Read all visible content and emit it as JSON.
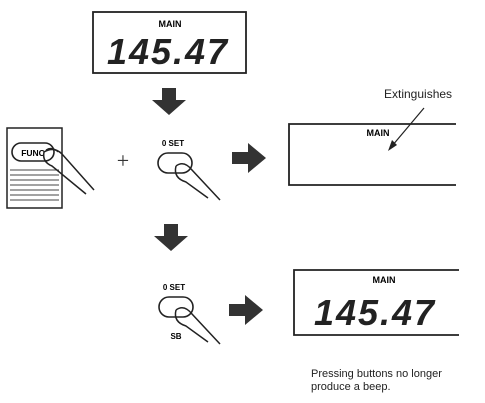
{
  "displays": {
    "top": {
      "mode_label": "MAIN",
      "value": "145.47"
    },
    "middle": {
      "mode_label": "MAIN"
    },
    "bottom": {
      "mode_label": "MAIN",
      "value": "145.47"
    }
  },
  "buttons": {
    "func_label": "FUNC",
    "set_label_top": "0 SET",
    "set_label_bottom": "0 SET",
    "sb_label": "SB"
  },
  "operators": {
    "plus": "+"
  },
  "annotations": {
    "extinguishes": "Extinguishes",
    "caption_line1": "Pressing buttons no longer",
    "caption_line2": "produce a beep."
  },
  "icons": [
    "down-arrow-icon",
    "right-arrow-icon",
    "finger-icon",
    "keypad-icon"
  ]
}
